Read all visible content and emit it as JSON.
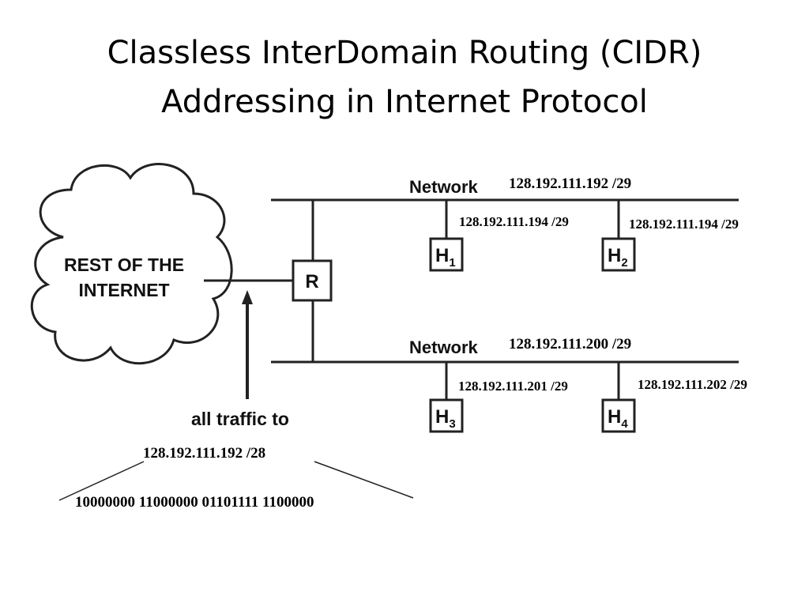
{
  "title": {
    "line1": "Classless InterDomain Routing (CIDR)",
    "line2": "Addressing in Internet Protocol"
  },
  "cloud": {
    "line1": "REST OF THE",
    "line2": "INTERNET"
  },
  "router": {
    "label": "R"
  },
  "network_top": {
    "label": "Network",
    "address": "128.192.111.192 /29",
    "hosts": [
      {
        "letter": "H",
        "index": "1",
        "address": "128.192.111.194 /29"
      },
      {
        "letter": "H",
        "index": "2",
        "address": "128.192.111.194 /29"
      }
    ]
  },
  "network_bottom": {
    "label": "Network",
    "address": "128.192.111.200 /29",
    "hosts": [
      {
        "letter": "H",
        "index": "3",
        "address": "128.192.111.201 /29"
      },
      {
        "letter": "H",
        "index": "4",
        "address": "128.192.111.202 /29"
      }
    ]
  },
  "traffic": {
    "label": "all traffic to",
    "address": "128.192.111.192 /28",
    "binary": "10000000 11000000 01101111 1100000"
  }
}
